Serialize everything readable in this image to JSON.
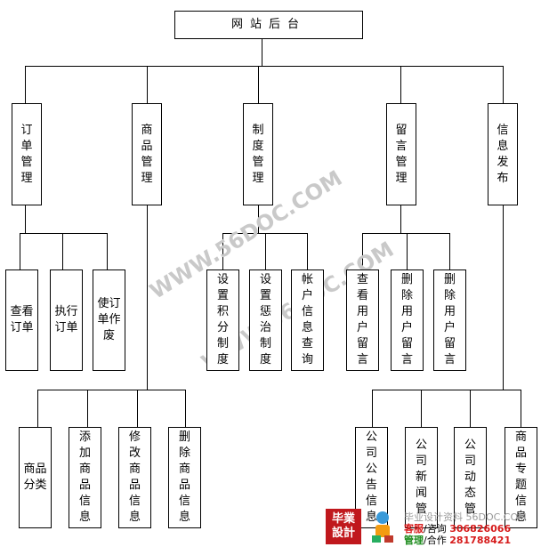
{
  "root": {
    "label": "网站后台"
  },
  "categories": [
    {
      "label": "订单管理",
      "children": [
        "查看订单",
        "执行订单",
        "使订单作废"
      ]
    },
    {
      "label": "商品管理",
      "children": [
        "商品分类",
        "添加商品信息",
        "修改商品信息",
        "删除商品信息"
      ]
    },
    {
      "label": "制度管理",
      "children": [
        "设置积分制度",
        "设置惩治制度",
        "帐户信息查询"
      ]
    },
    {
      "label": "留言管理",
      "children": [
        "查看用户留言",
        "删除用户留言",
        "删除用户留言"
      ]
    },
    {
      "label": "信息发布",
      "children": [
        "公司公告信息",
        "公司新闻管",
        "公司动态管",
        "商品专题信息"
      ]
    }
  ],
  "watermark": {
    "text": "WWW.56DOC.COM"
  },
  "footer": {
    "logo_line1": "毕業",
    "logo_line2": "設計",
    "site": "毕业设计资料 56DOC.COM",
    "service": "客服",
    "consult": "/咨询",
    "qq1": "306826066",
    "manage": "管理",
    "coop": "/合作",
    "qq2": "281788421"
  }
}
